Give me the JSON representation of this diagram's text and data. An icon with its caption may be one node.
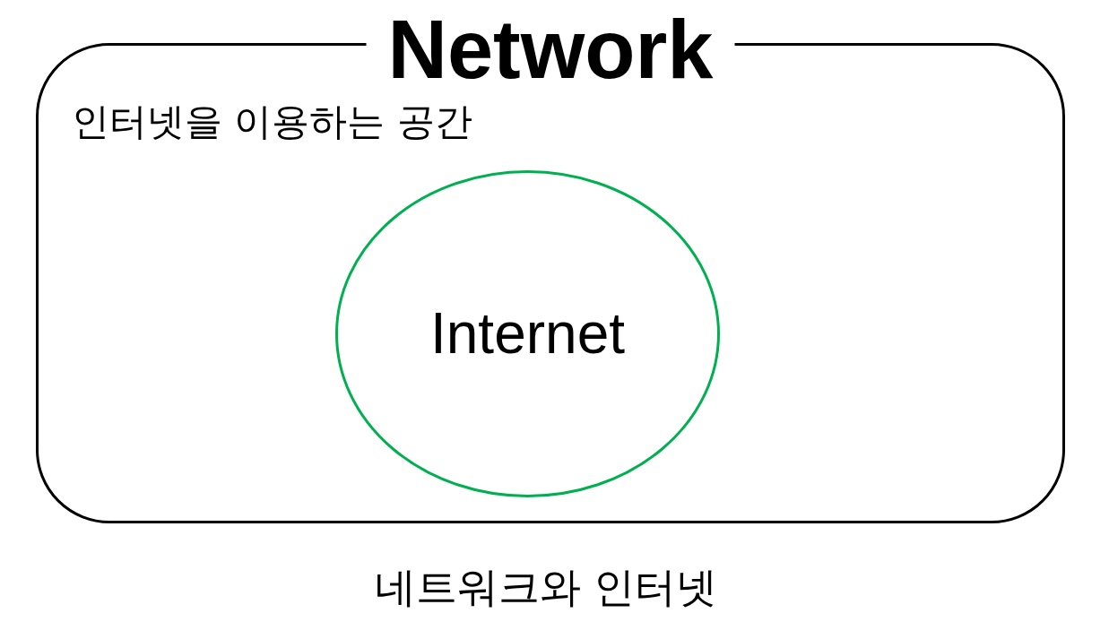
{
  "diagram": {
    "caption": "네트워크와 인터넷",
    "nodes": [
      {
        "text": [
          "Network",
          "인터넷을 이용하는 공간"
        ]
      },
      {
        "text": [
          "Internet"
        ],
        "in": 0
      }
    ]
  }
}
